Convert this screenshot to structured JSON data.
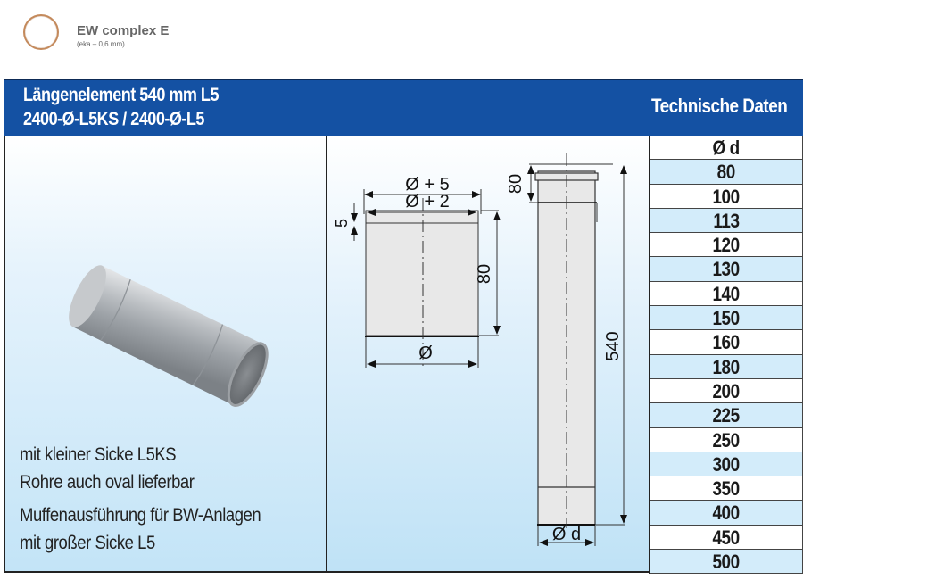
{
  "brand": {
    "title": "EW complex E",
    "subtitle": "(eka – 0,6 mm)",
    "ring_color": "#c48a5c"
  },
  "header": {
    "line1": "Längenelement 540 mm  L5",
    "line2": "2400-Ø-L5KS / 2400-Ø-L5",
    "technical_data": "Technische Daten",
    "background": "#1451a3"
  },
  "notes": {
    "line1": "mit kleiner Sicke L5KS",
    "line2": "Rohre auch oval lieferbar",
    "line3": "Muffenausführung für BW-Anlagen",
    "line4": "mit großer Sicke L5"
  },
  "drawing": {
    "detail_outer": "Ø + 5",
    "detail_inner": "Ø + 2",
    "detail_bead": "5",
    "detail_height": "80",
    "detail_base": "Ø",
    "pipe_top": "80",
    "pipe_length": "540",
    "pipe_diameter": "Ø d"
  },
  "table": {
    "header": "Ø d",
    "rows": [
      "80",
      "100",
      "113",
      "120",
      "130",
      "140",
      "150",
      "160",
      "180",
      "200",
      "225",
      "250",
      "300",
      "350",
      "400",
      "450",
      "500"
    ]
  }
}
